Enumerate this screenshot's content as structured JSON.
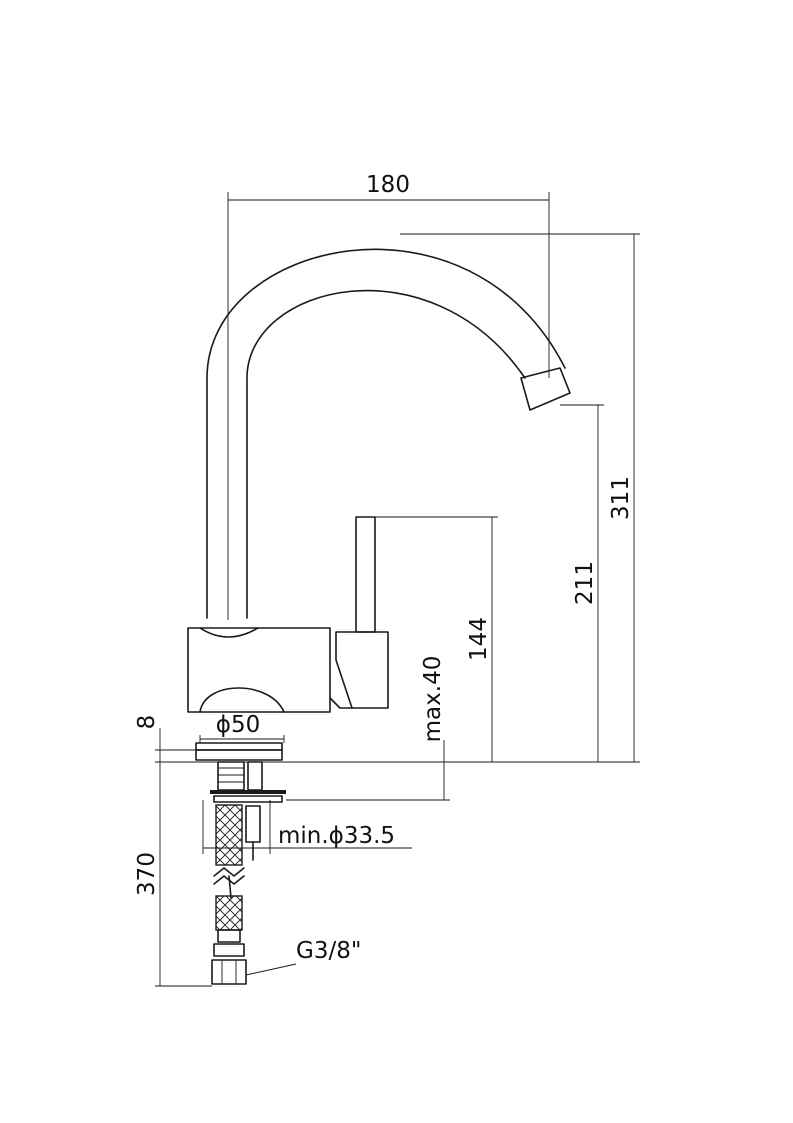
{
  "dimensions": {
    "reach": "180",
    "total_height": "311",
    "spout_height": "211",
    "lever_height": "144",
    "max_deck": "max.40",
    "body_diameter": "ϕ50",
    "flange": "8",
    "hose_length": "370",
    "hole_diameter": "min.ϕ33.5",
    "connector": "G3/8\""
  },
  "colors": {
    "line": "#1a1a1a",
    "background": "#ffffff"
  }
}
